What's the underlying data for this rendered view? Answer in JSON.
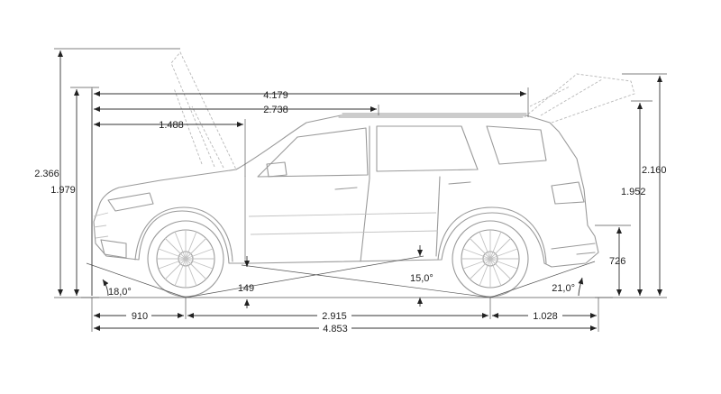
{
  "diagram": {
    "dimensions": {
      "height_open_front": "2.366",
      "height_roof_front": "1.979",
      "length_overall_top": "4.179",
      "length_upper": "2.738",
      "front_to_a_pillar": "1.488",
      "height_open_rear": "2.160",
      "height_rear_alt": "1.952",
      "rear_step_height": "726",
      "approach_angle": "18,0°",
      "breakover_angle": "15,0°",
      "departure_angle": "21,0°",
      "ground_clearance": "149",
      "front_overhang": "910",
      "wheelbase": "2.915",
      "rear_overhang": "1.028",
      "overall_length": "4.853"
    },
    "colors": {
      "lines": "#333333",
      "vehicle_outline": "#9a9a9a"
    }
  }
}
